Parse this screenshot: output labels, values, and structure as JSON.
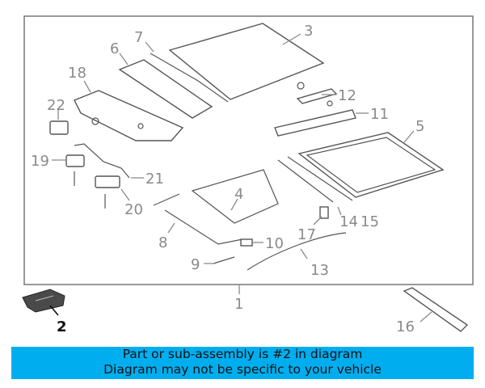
{
  "callouts": {
    "c1": "1",
    "c2": "2",
    "c3": "3",
    "c4": "4",
    "c5": "5",
    "c6": "6",
    "c7": "7",
    "c8": "8",
    "c9": "9",
    "c10": "10",
    "c11": "11",
    "c12": "12",
    "c13": "13",
    "c14": "14",
    "c15": "15",
    "c16": "16",
    "c17": "17",
    "c18": "18",
    "c19": "19",
    "c20": "20",
    "c21": "21",
    "c22": "22"
  },
  "highlight_part": "2",
  "banner": {
    "line1": "Part or sub-assembly is #2 in diagram",
    "line2": "Diagram may not be specific to your vehicle"
  },
  "colors": {
    "banner_bg": "#00aeef",
    "callout_text": "#8a8a8a",
    "line": "#555555"
  }
}
